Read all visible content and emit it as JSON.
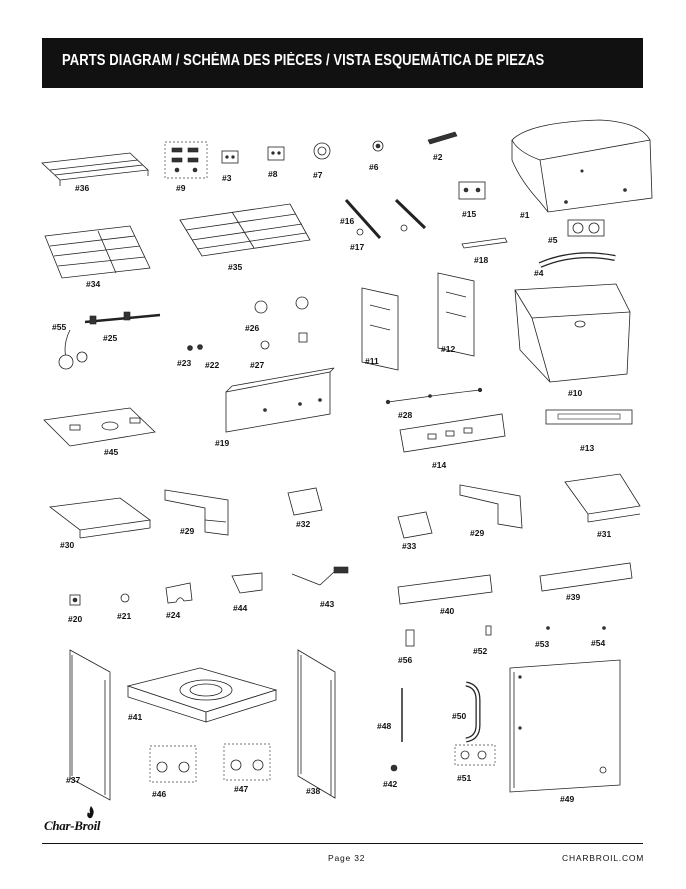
{
  "header": {
    "title": "PARTS DIAGRAM / SCHÉMA DES PIÈCES / VISTA ESQUEMÁTICA DE PIEZAS"
  },
  "parts": {
    "p1": "#1",
    "p2": "#2",
    "p3": "#3",
    "p4": "#4",
    "p5": "#5",
    "p6": "#6",
    "p7": "#7",
    "p8": "#8",
    "p9": "#9",
    "p10": "#10",
    "p11": "#11",
    "p12": "#12",
    "p13": "#13",
    "p14": "#14",
    "p15": "#15",
    "p16": "#16",
    "p17": "#17",
    "p18": "#18",
    "p19": "#19",
    "p20": "#20",
    "p21": "#21",
    "p22": "#22",
    "p23": "#23",
    "p24": "#24",
    "p25": "#25",
    "p26": "#26",
    "p27": "#27",
    "p28": "#28",
    "p29": "#29",
    "p30": "#30",
    "p31": "#31",
    "p32": "#32",
    "p33": "#33",
    "p34": "#34",
    "p35": "#35",
    "p36": "#36",
    "p37": "#37",
    "p38": "#38",
    "p39": "#39",
    "p40": "#40",
    "p41": "#41",
    "p42": "#42",
    "p43": "#43",
    "p44": "#44",
    "p45": "#45",
    "p46": "#46",
    "p47": "#47",
    "p48": "#48",
    "p49": "#49",
    "p50": "#50",
    "p51": "#51",
    "p52": "#52",
    "p53": "#53",
    "p54": "#54",
    "p55": "#55",
    "p56": "#56"
  },
  "footer": {
    "logo": "Char-Broil",
    "page": "Page 32",
    "website": "CHARBROIL.COM"
  }
}
